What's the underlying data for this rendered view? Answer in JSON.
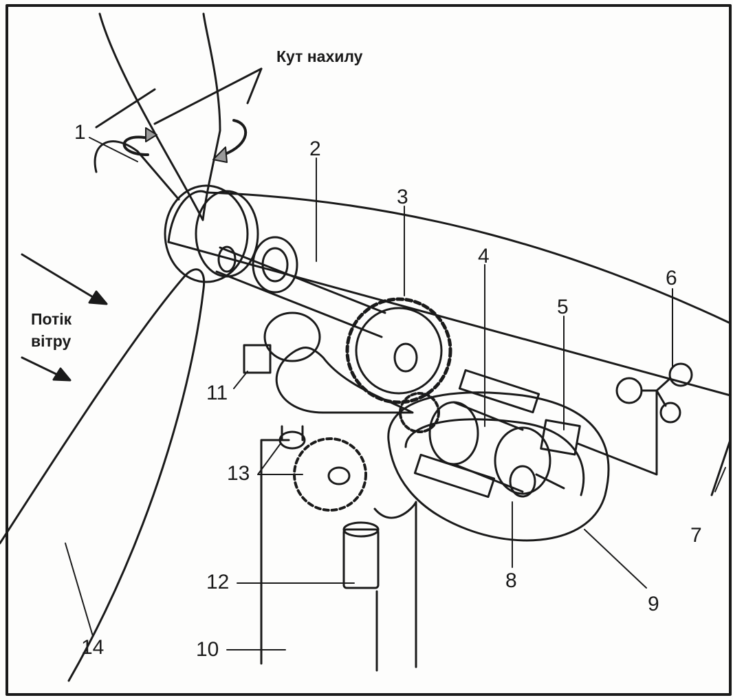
{
  "captions": {
    "tilt_angle": "Кут нахилу",
    "wind_flow_line1": "Потік",
    "wind_flow_line2": "вітру"
  },
  "callouts": [
    "1",
    "2",
    "3",
    "4",
    "5",
    "6",
    "7",
    "8",
    "9",
    "10",
    "11",
    "12",
    "13",
    "14"
  ],
  "colors": {
    "ink": "#1a1a1a",
    "arrow_fill": "#9a9a9a",
    "paper": "#fdfdfc"
  }
}
